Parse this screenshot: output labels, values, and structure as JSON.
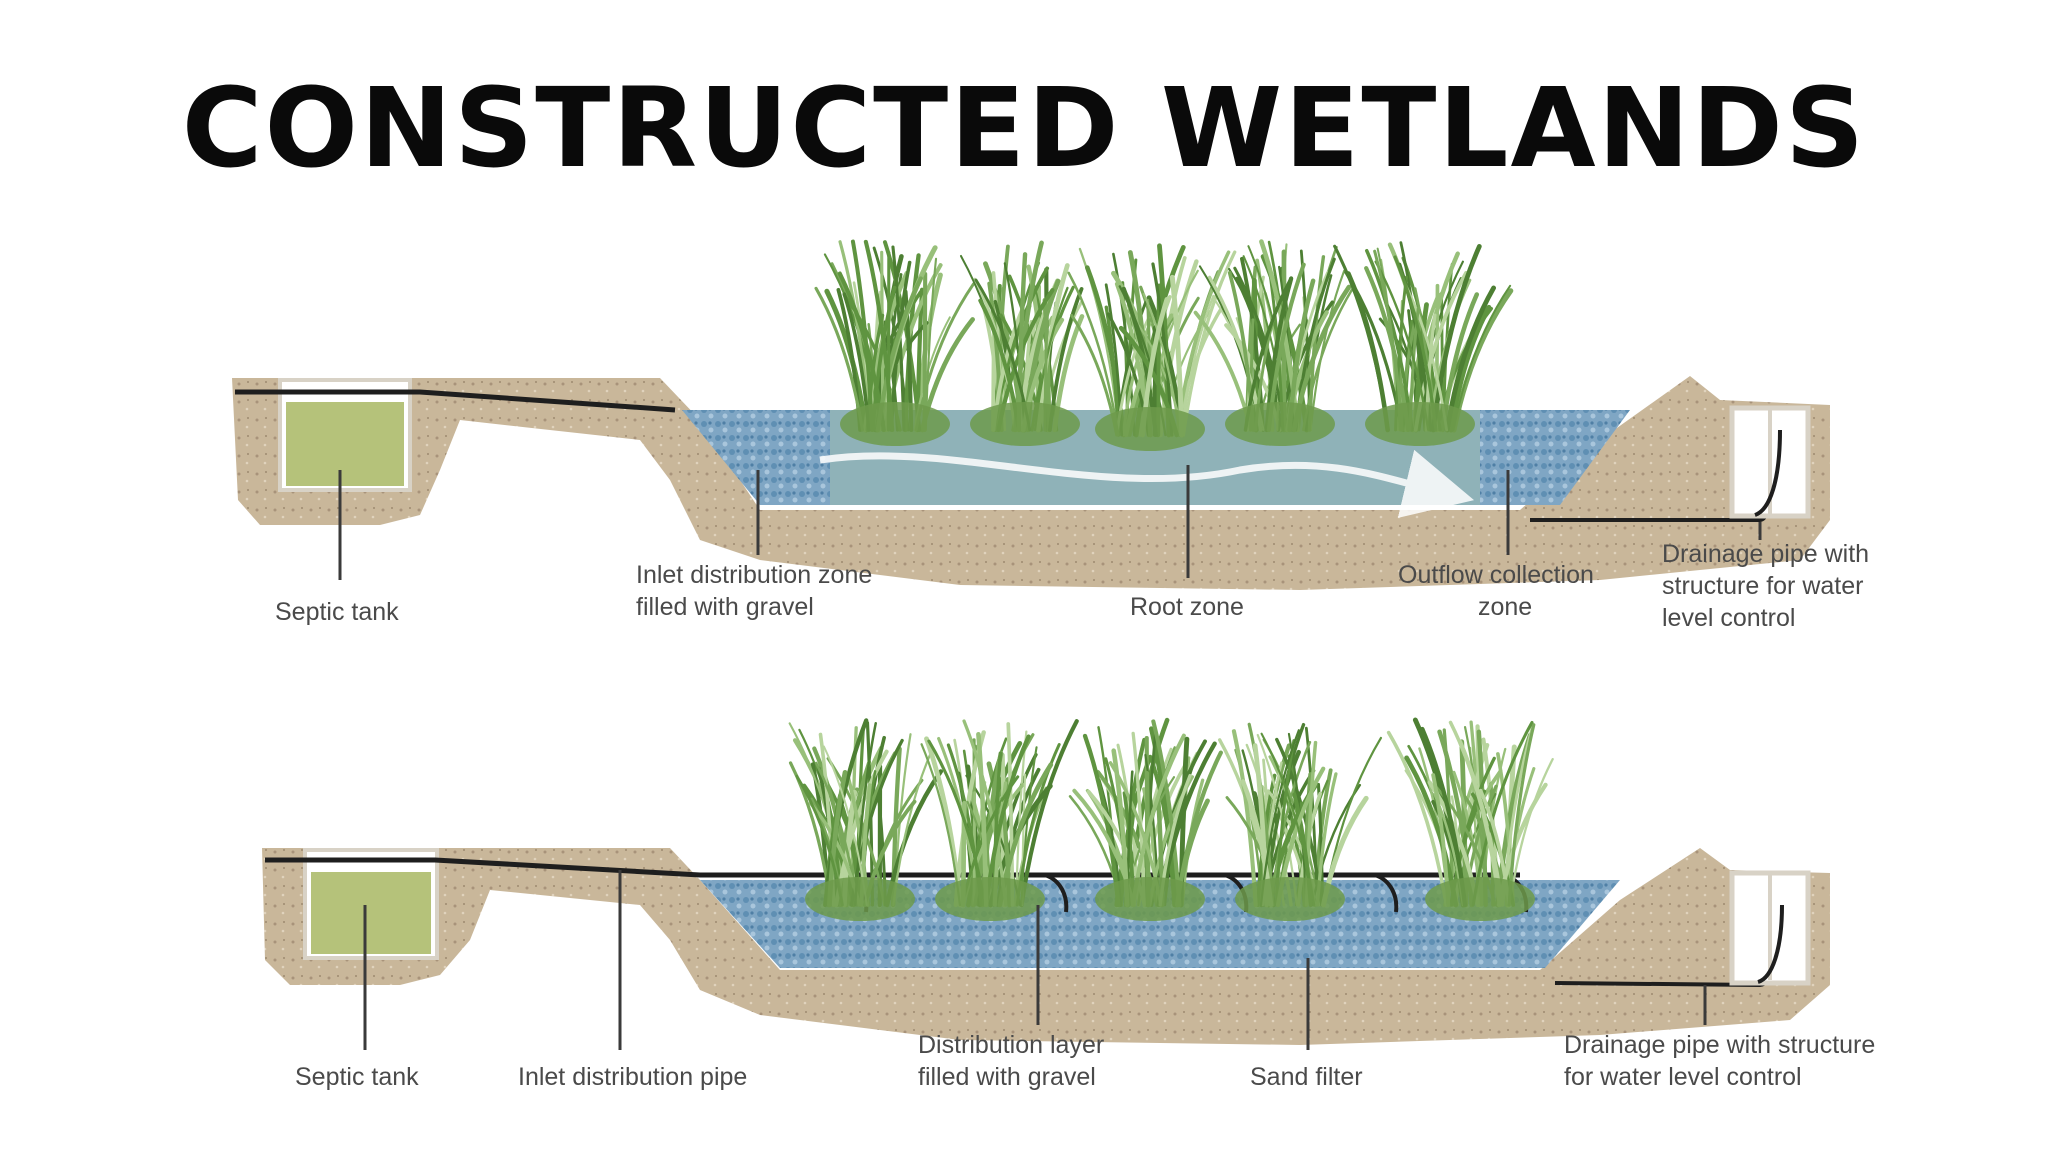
{
  "title": "CONSTRUCTED WETLANDS",
  "colors": {
    "soil": "#c9b79a",
    "soil_dark": "#a8937a",
    "gravel": "#6f9bbd",
    "water": "#8fb2b8",
    "tank_fill": "#b5c27a",
    "reed": "#79a85a",
    "pipe": "#1e1e1e",
    "label": "#4a4a4a"
  },
  "systems": {
    "top": {
      "labels": {
        "septic_tank": "Septic tank",
        "inlet_zone_1": "Inlet distribution zone",
        "inlet_zone_2": "filled with gravel",
        "root_zone": "Root zone",
        "outflow_1": "Outflow collection",
        "outflow_2": "zone",
        "drainage_1": "Drainage pipe with",
        "drainage_2": "structure for water",
        "drainage_3": "level control"
      }
    },
    "bottom": {
      "labels": {
        "septic_tank": "Septic tank",
        "inlet_pipe": "Inlet distribution pipe",
        "distribution_1": "Distribution layer",
        "distribution_2": "filled with gravel",
        "sand_filter": "Sand filter",
        "drainage_1": "Drainage pipe with structure",
        "drainage_2": "for water level control"
      }
    }
  }
}
